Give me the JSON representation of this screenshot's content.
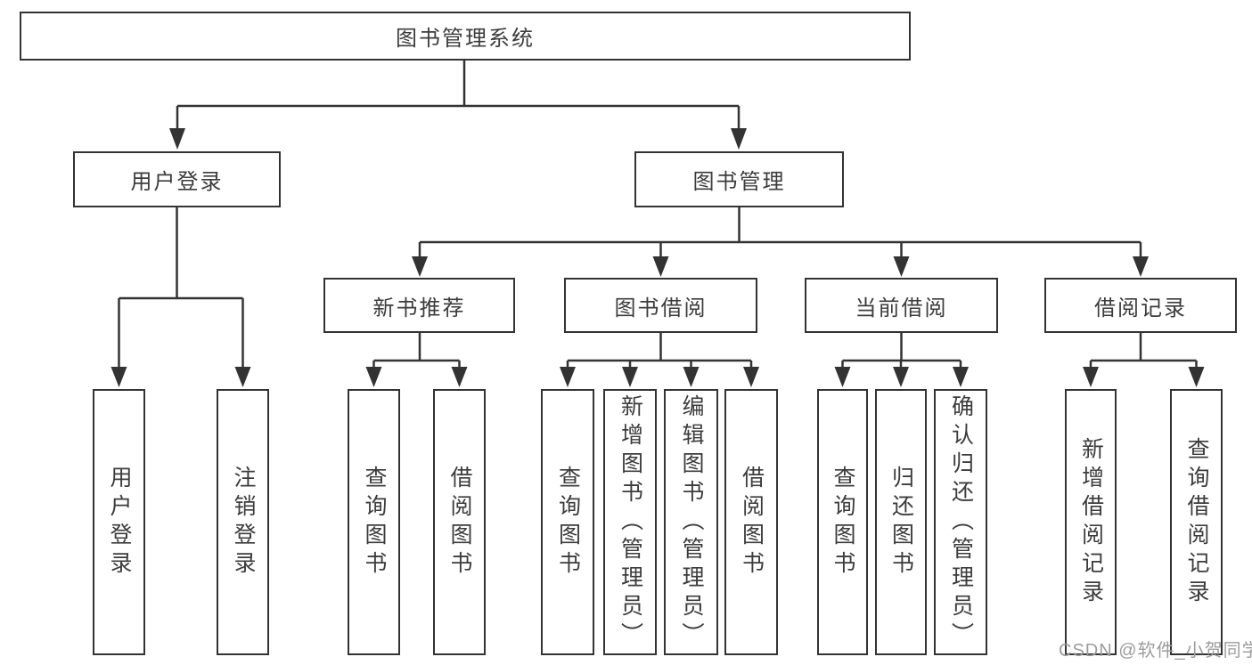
{
  "tree": {
    "root": {
      "label": "图书管理系统"
    },
    "children": [
      {
        "label": "用户登录",
        "children": [
          {
            "label": "用户登录"
          },
          {
            "label": "注销登录"
          }
        ]
      },
      {
        "label": "图书管理",
        "children": [
          {
            "label": "新书推荐",
            "children": [
              {
                "label": "查询图书"
              },
              {
                "label": "借阅图书"
              }
            ]
          },
          {
            "label": "图书借阅",
            "children": [
              {
                "label": "查询图书"
              },
              {
                "label": "新增图书（管理员）"
              },
              {
                "label": "编辑图书（管理员）"
              },
              {
                "label": "借阅图书"
              }
            ]
          },
          {
            "label": "当前借阅",
            "children": [
              {
                "label": "查询图书"
              },
              {
                "label": "归还图书"
              },
              {
                "label": "确认归还（管理员）"
              }
            ]
          },
          {
            "label": "借阅记录",
            "children": [
              {
                "label": "新增借阅记录"
              },
              {
                "label": "查询借阅记录"
              }
            ]
          }
        ]
      }
    ]
  },
  "watermark": "CSDN @软件_小贺同学",
  "colors": {
    "line": "#333333",
    "text": "#3c3c3c",
    "watermark": "#9c9c9c",
    "background": "#ffffff"
  }
}
